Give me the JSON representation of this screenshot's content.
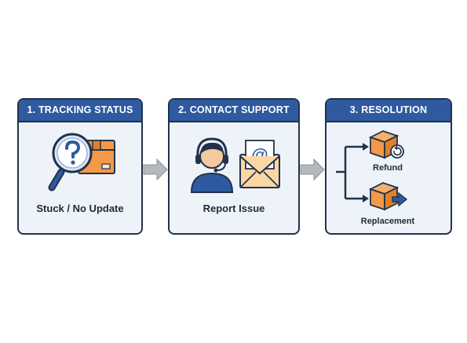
{
  "steps": [
    {
      "title": "1. TRACKING STATUS",
      "caption": "Stuck / No Update",
      "icons": [
        "magnifier-question-icon",
        "package-box-icon"
      ]
    },
    {
      "title": "2. CONTACT SUPPORT",
      "caption": "Report Issue",
      "icons": [
        "support-agent-headset-icon",
        "email-envelope-icon"
      ]
    },
    {
      "title": "3. RESOLUTION",
      "icons": [
        "branch-arrow-icon"
      ],
      "outcomes": [
        {
          "label": "Refund",
          "icon": "package-refund-icon"
        },
        {
          "label": "Replacement",
          "icon": "package-replacement-icon"
        }
      ]
    }
  ],
  "colors": {
    "header": "#2f5aa0",
    "panel_bg": "#eef3fa",
    "outline": "#22324a",
    "box_orange": "#f2994a",
    "arrow_gray": "#b5b8bd"
  }
}
